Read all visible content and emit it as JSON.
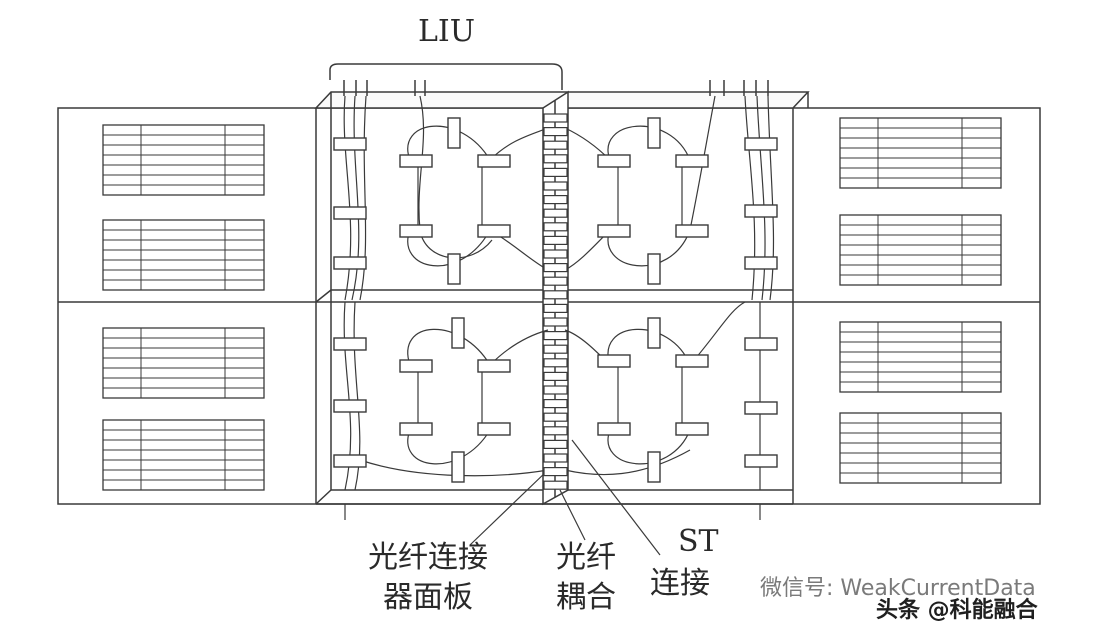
{
  "labels": {
    "liu": "LIU",
    "panel_line1": "光纤连接",
    "panel_line2": "器面板",
    "coupler_line1": "光纤",
    "coupler_line2": "耦合",
    "st_line1": "ST",
    "st_line2": "连接"
  },
  "watermarks": {
    "wechat": "微信号: WeakCurrentData",
    "toutiao": "头条 @科能融合"
  },
  "colors": {
    "line": "#3a3a3a",
    "background": "#ffffff"
  }
}
